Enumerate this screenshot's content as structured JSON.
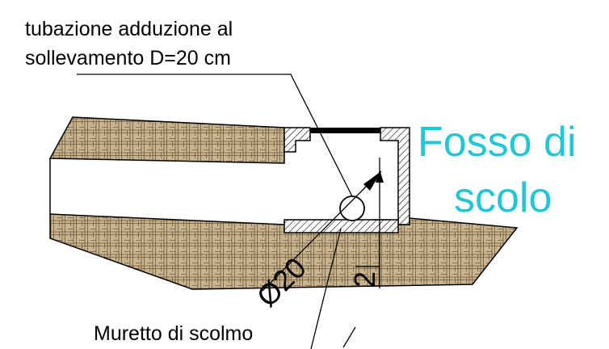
{
  "labels": {
    "pipe_line1": "tubazione adduzione al",
    "pipe_line2": "sollevamento D=20 cm",
    "ditch_line1": "Fosso di",
    "ditch_line2": "scolo",
    "diameter": "Ø20",
    "height_dim": "2",
    "wall": "Muretto di scolmo"
  },
  "colors": {
    "soil_fill": "#c8b48f",
    "soil_lines": "#6e5a3a",
    "ditch_text": "#22c7d6",
    "line": "#000000"
  }
}
